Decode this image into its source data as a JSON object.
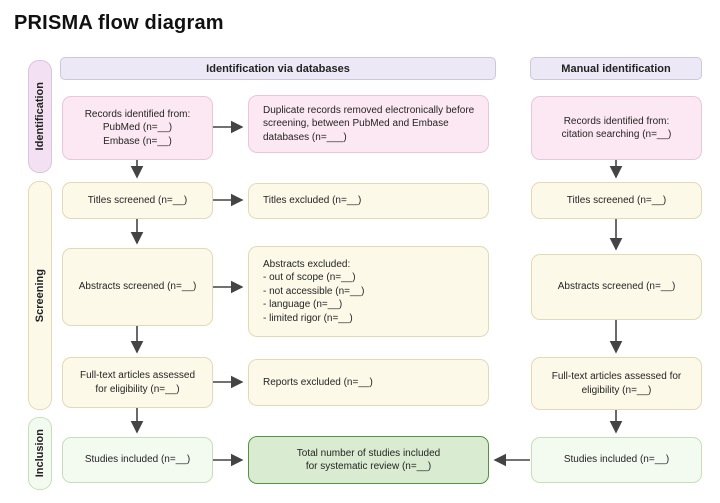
{
  "title": "PRISMA flow diagram",
  "colors": {
    "pink-fill": "#fce8f2",
    "pink-border": "#eac6da",
    "cream-fill": "#fdf9e9",
    "cream-border": "#e2dab4",
    "lavender-fill": "#ece8f6",
    "lavender-border": "#cdc7de",
    "sidebar-pink": "#f3e0f3",
    "green-light-fill": "#f3faf0",
    "green-light-border": "#c6dfb8",
    "green-strong-fill": "#d9ecd1",
    "green-strong-border": "#55923e",
    "arrow": "#444444"
  },
  "headers": {
    "databases": "Identification via databases",
    "manual": "Manual identification"
  },
  "stages": {
    "identification": "Identification",
    "screening": "Screening",
    "inclusion": "Inclusion"
  },
  "boxes": {
    "records_databases": "Records identified from:\nPubMed (n=__)\nEmbase (n=__)",
    "duplicates_removed": "Duplicate records removed electronically before screening, between PubMed and Embase databases (n=___)",
    "records_citation": "Records identified from:\ncitation searching  (n=__)",
    "titles_screened_db": "Titles screened (n=__)",
    "titles_excluded": "Titles excluded  (n=__)",
    "titles_screened_manual": "Titles screened (n=__)",
    "abstracts_screened_db": "Abstracts screened (n=__)",
    "abstracts_excluded": "Abstracts excluded:\n- out of scope (n=__)\n- not accessible (n=__)\n- language (n=__)\n- limited rigor (n=__)",
    "abstracts_screened_manual": "Abstracts screened (n=__)",
    "fulltext_db": "Full-text articles assessed\nfor eligibility (n=__)",
    "reports_excluded": "Reports excluded (n=__)",
    "fulltext_manual": "Full-text articles  assessed for\neligibility (n=__)",
    "studies_included_db": "Studies included (n=__)",
    "total_included": "Total number of studies included\nfor systematic review (n=__)",
    "studies_included_manual": "Studies included (n=__)"
  }
}
